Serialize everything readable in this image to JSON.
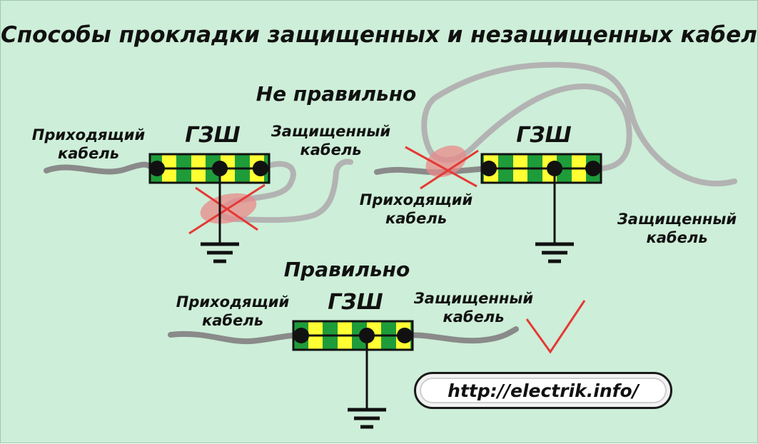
{
  "title": "Способы прокладки защищенных и незащищенных кабелей",
  "wrong_label": "Не правильно",
  "right_label": "Правильно",
  "bus_label": "ГЗШ",
  "incoming_cable": "Приходящий кабель",
  "protected_cable": "Защищенный кабель",
  "url": "http://electrik.info/",
  "colors": {
    "background": "#cdeed8",
    "bus_green": "#1f9c3a",
    "bus_yellow": "#ffff33",
    "cable": "#8a8a8a",
    "cable_protected": "#b3b3b3",
    "cross": "#e53935",
    "check": "#e53935",
    "contact_blob": "#e88a8a"
  },
  "icons": [
    "ground-symbol",
    "cross-mark",
    "check-mark",
    "terminal-dot"
  ]
}
